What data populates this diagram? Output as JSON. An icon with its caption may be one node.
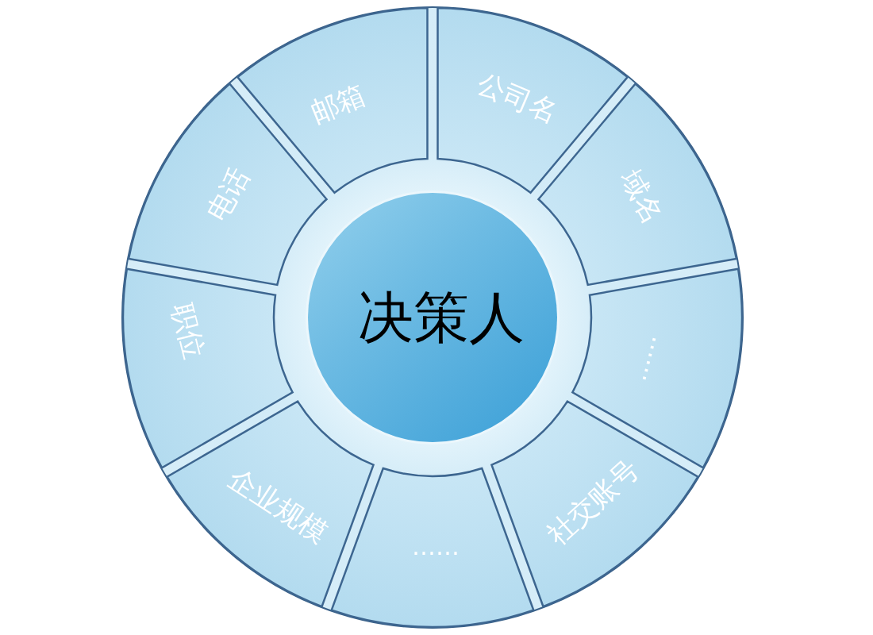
{
  "diagram": {
    "nodes": [
      {
        "text": [
          "决策人"
        ]
      },
      {
        "text": [
          "邮箱"
        ]
      },
      {
        "text": [
          "公司名"
        ]
      },
      {
        "text": [
          "域名"
        ]
      },
      {
        "text": [
          "……"
        ]
      },
      {
        "text": [
          "社交账号"
        ]
      },
      {
        "text": [
          "……"
        ]
      },
      {
        "text": [
          "企业规模"
        ]
      },
      {
        "text": [
          "职位"
        ]
      },
      {
        "text": [
          "电话"
        ]
      }
    ]
  }
}
